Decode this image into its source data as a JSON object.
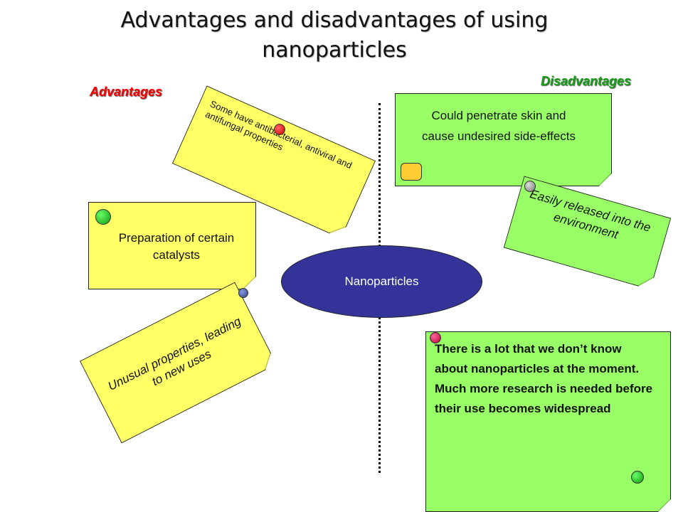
{
  "title": "Advantages and disadvantages of using nanoparticles",
  "headings": {
    "advantages": "Advantages",
    "disadvantages": "Disadvantages"
  },
  "center": "Nanoparticles",
  "advantages": [
    "Some have antibacterial, antiviral and antifungal properties",
    "Preparation of certain catalysts",
    "Unusual properties, leading to new uses"
  ],
  "disadvantages": [
    "Could penetrate skin and cause undesired side-effects",
    "Easily released into the environment",
    "There is a lot that we don’t know about nanoparticles at the moment. Much more research is needed before their use becomes widespread"
  ],
  "colors": {
    "advantage_note": "#ffff66",
    "disadvantage_note": "#99ff66",
    "center_ellipse": "#333399",
    "advantages_heading": "#ff0000",
    "disadvantages_heading": "#16a018"
  },
  "pins": [
    "red",
    "green",
    "blue",
    "orange",
    "grey",
    "crimson",
    "green"
  ]
}
